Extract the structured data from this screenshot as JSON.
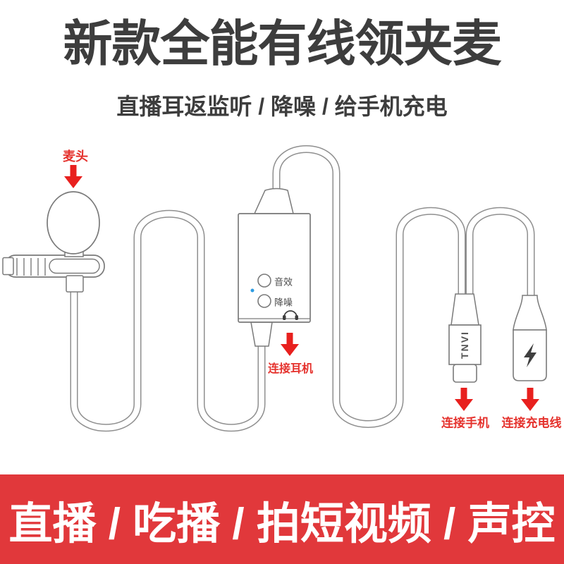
{
  "header": {
    "title": "新款全能有线领夹麦",
    "subtitle": "直播耳返监听 / 降噪 / 给手机充电"
  },
  "diagram": {
    "labels": {
      "mic_head": "麦头",
      "connect_earphone": "连接耳机",
      "connect_phone": "连接手机",
      "connect_charger": "连接充电线"
    },
    "control_box": {
      "sound_effect_button": "音效",
      "noise_reduction_button": "降噪"
    },
    "plug_brand": "TNVI",
    "icons": {
      "down_arrow": "red solid down arrow",
      "headphones": "headphones glyph on control box",
      "lightning_bolt": "charge bolt on charging port",
      "led": "blue status dot"
    },
    "colors": {
      "arrow_red": "#e8201e",
      "label_red": "#e5322d",
      "banner_red": "#e1383b",
      "title_gray": "#3d3d3d",
      "line_gray": "#8f8f8f",
      "led_blue": "#2d9ce2"
    }
  },
  "footer": {
    "banner_text": "直播 / 吃播 / 拍短视频 / 声控"
  }
}
